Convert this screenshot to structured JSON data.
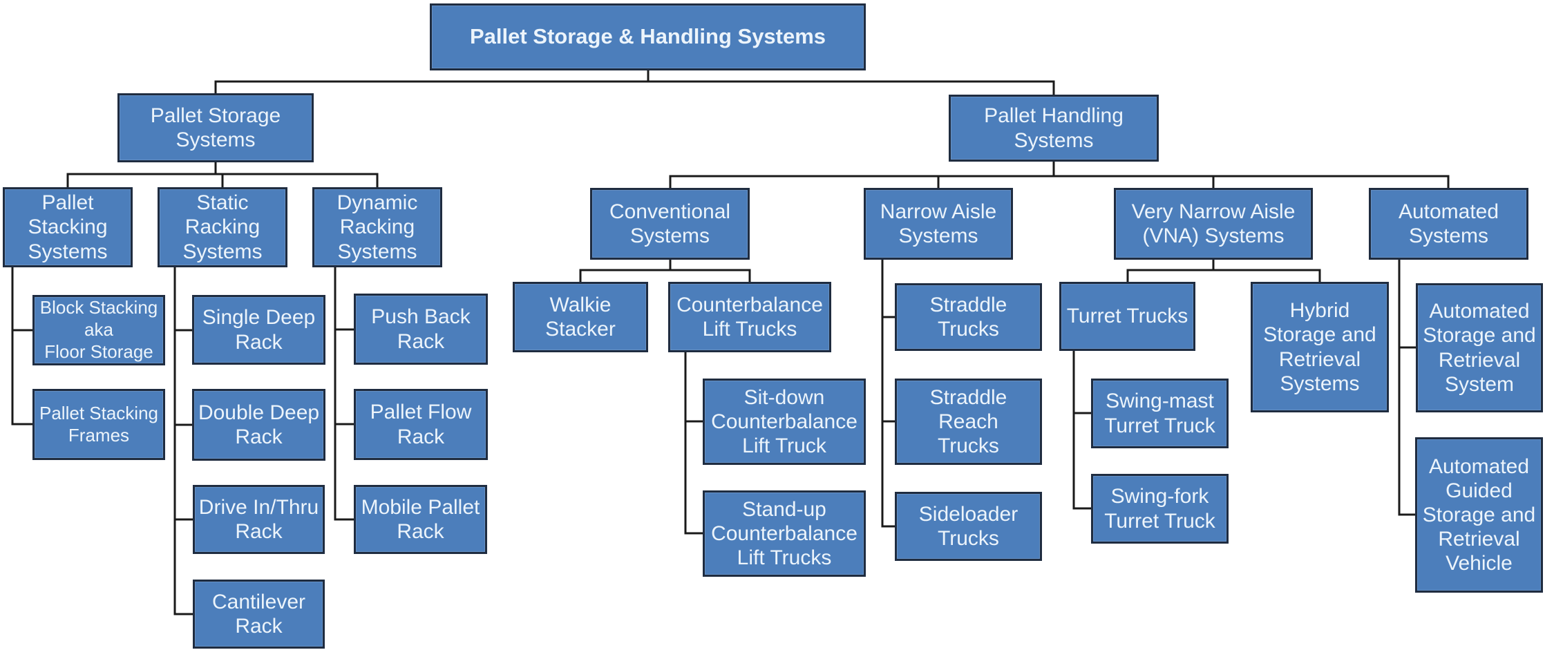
{
  "colors": {
    "box_fill": "#4c7ebb",
    "box_border": "#1f2c40",
    "box_text": "#ecf4fb",
    "line": "#1a1a1a",
    "page_bg": "#ffffff"
  },
  "nodes": {
    "root": {
      "label": "Pallet Storage & Handling Systems",
      "parent": null
    },
    "pallet_storage": {
      "label": "Pallet Storage\nSystems",
      "parent": "root"
    },
    "pallet_handling": {
      "label": "Pallet Handling\nSystems",
      "parent": "root"
    },
    "pallet_stacking": {
      "label": "Pallet\nStacking\nSystems",
      "parent": "pallet_storage"
    },
    "static_racking": {
      "label": "Static\nRacking\nSystems",
      "parent": "pallet_storage"
    },
    "dynamic_racking": {
      "label": "Dynamic\nRacking\nSystems",
      "parent": "pallet_storage"
    },
    "block_stacking": {
      "label": "Block Stacking\naka\nFloor Storage",
      "parent": "pallet_stacking"
    },
    "pallet_stacking_frames": {
      "label": "Pallet Stacking\nFrames",
      "parent": "pallet_stacking"
    },
    "single_deep_rack": {
      "label": "Single Deep\nRack",
      "parent": "static_racking"
    },
    "double_deep_rack": {
      "label": "Double Deep\nRack",
      "parent": "static_racking"
    },
    "drive_in_thru_rack": {
      "label": "Drive In/Thru\nRack",
      "parent": "static_racking"
    },
    "cantilever_rack": {
      "label": "Cantilever\nRack",
      "parent": "static_racking"
    },
    "push_back_rack": {
      "label": "Push Back\nRack",
      "parent": "dynamic_racking"
    },
    "pallet_flow_rack": {
      "label": "Pallet Flow\nRack",
      "parent": "dynamic_racking"
    },
    "mobile_pallet_rack": {
      "label": "Mobile Pallet\nRack",
      "parent": "dynamic_racking"
    },
    "conventional": {
      "label": "Conventional\nSystems",
      "parent": "pallet_handling"
    },
    "narrow_aisle": {
      "label": "Narrow Aisle\nSystems",
      "parent": "pallet_handling"
    },
    "vna": {
      "label": "Very Narrow Aisle\n(VNA) Systems",
      "parent": "pallet_handling"
    },
    "automated": {
      "label": "Automated\nSystems",
      "parent": "pallet_handling"
    },
    "walkie_stacker": {
      "label": "Walkie\nStacker",
      "parent": "conventional"
    },
    "counterbalance": {
      "label": "Counterbalance\nLift Trucks",
      "parent": "conventional"
    },
    "sit_down": {
      "label": "Sit-down\nCounterbalance\nLift Truck",
      "parent": "counterbalance"
    },
    "stand_up": {
      "label": "Stand-up\nCounterbalance\nLift Trucks",
      "parent": "counterbalance"
    },
    "straddle": {
      "label": "Straddle\nTrucks",
      "parent": "narrow_aisle"
    },
    "straddle_reach": {
      "label": "Straddle\nReach\nTrucks",
      "parent": "narrow_aisle"
    },
    "sideloader": {
      "label": "Sideloader\nTrucks",
      "parent": "narrow_aisle"
    },
    "turret": {
      "label": "Turret Trucks",
      "parent": "vna"
    },
    "hybrid": {
      "label": "Hybrid\nStorage and\nRetrieval\nSystems",
      "parent": "vna"
    },
    "swing_mast": {
      "label": "Swing-mast\nTurret Truck",
      "parent": "turret"
    },
    "swing_fork": {
      "label": "Swing-fork\nTurret Truck",
      "parent": "turret"
    },
    "asrs": {
      "label": "Automated\nStorage and\nRetrieval\nSystem",
      "parent": "automated"
    },
    "agv": {
      "label": "Automated\nGuided\nStorage and\nRetrieval\nVehicle",
      "parent": "automated"
    }
  }
}
